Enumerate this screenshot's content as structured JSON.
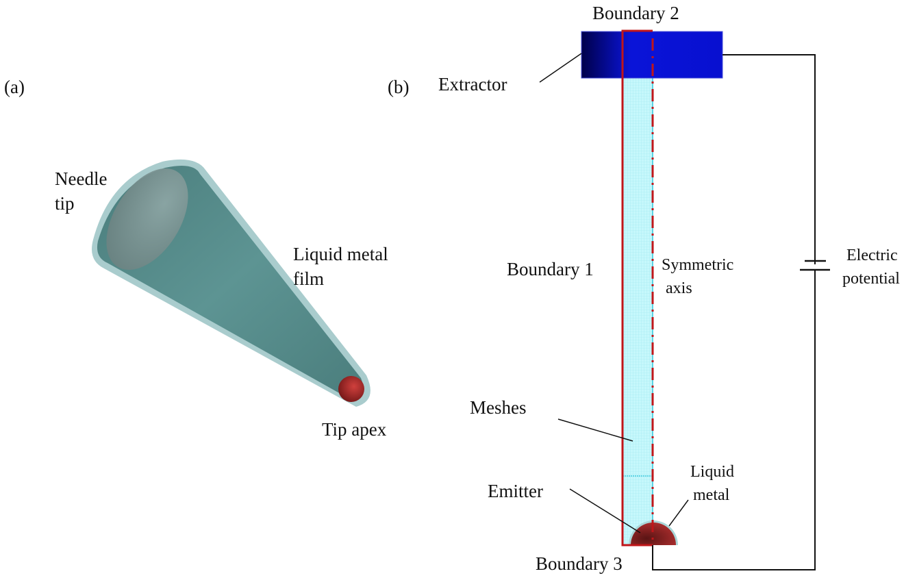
{
  "panels": {
    "a": {
      "label": "(a)",
      "needle_tip": [
        "Needle",
        "tip"
      ],
      "film": [
        "Liquid metal",
        "film"
      ],
      "apex": "Tip apex"
    },
    "b": {
      "label": "(b)",
      "extractor": "Extractor",
      "boundary1": "Boundary 1",
      "boundary2": "Boundary 2",
      "boundary3": "Boundary 3",
      "axis": [
        "Symmetric",
        "axis"
      ],
      "potential": [
        "Electric",
        "potential"
      ],
      "meshes": "Meshes",
      "emitter": "Emitter",
      "liquid_metal": [
        "Liquid",
        "metal"
      ]
    }
  },
  "colors": {
    "cone": "#4e8382",
    "film": "#a9cccd",
    "droplet": "#b02a2a",
    "extractor": "#0a14d8",
    "mesh": "#bff6fb",
    "boundary": "#c0161a",
    "wire": "#111111"
  }
}
